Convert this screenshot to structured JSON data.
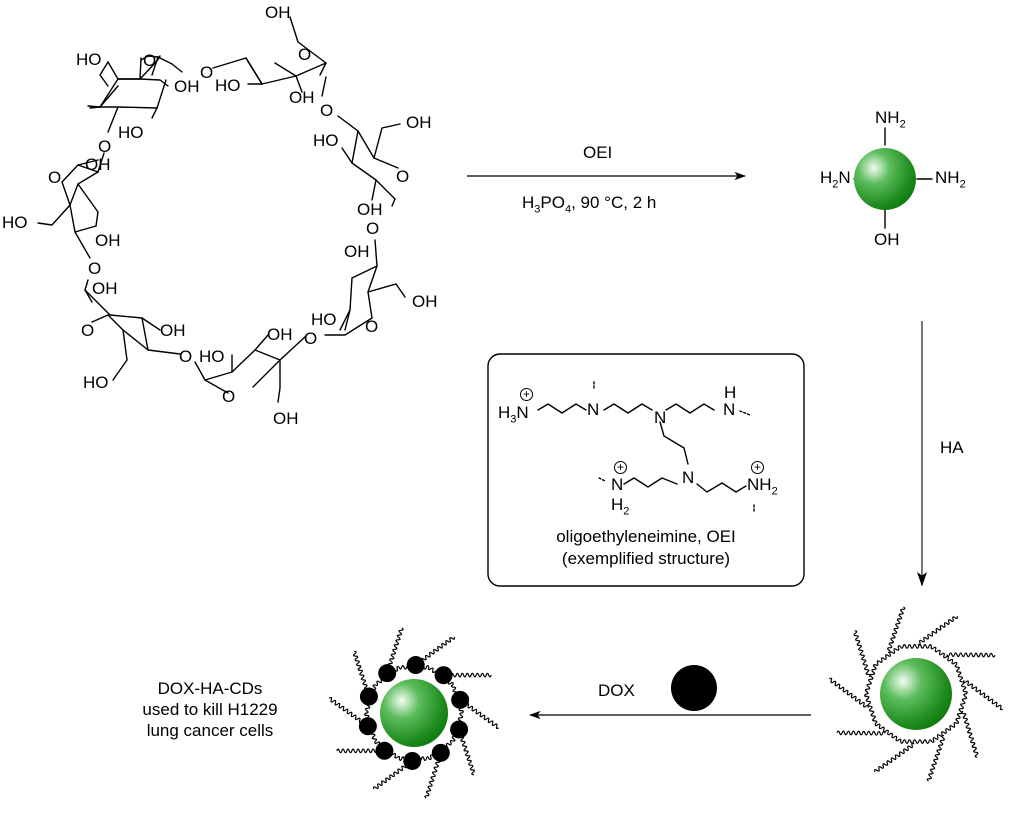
{
  "reaction_step_1": {
    "reagent_above": "OEI",
    "conditions_below": "H3PO4, 90 °C, 2 h"
  },
  "reaction_step_2": {
    "reagent": "HA"
  },
  "reaction_step_3": {
    "reagent": "DOX"
  },
  "starting_material": {
    "name": "beta-cyclodextrin",
    "glucose_units": 7,
    "atom_labels": {
      "oh": "OH",
      "ho": "HO",
      "o": "O"
    }
  },
  "carbon_dot_1": {
    "substituents": {
      "top": "NH2",
      "left": "H2N",
      "right": "NH2",
      "bottom": "OH"
    }
  },
  "oei_box": {
    "caption_line_1": "oligoethyleneimine, OEI",
    "caption_line_2": "(exemplified structure)",
    "atoms": {
      "h3n": "H3N",
      "n": "N",
      "h": "H",
      "nh2": "NH2",
      "h2": "H2",
      "plus": "+"
    }
  },
  "product_label": {
    "line_1": "DOX-HA-CDs",
    "line_2": "used to kill H1229",
    "line_3": "lung cancer cells"
  },
  "colors": {
    "sphere_highlight": "#e6f5e6",
    "sphere_mid": "#3faa3f",
    "sphere_edge": "#0f7a0f",
    "dox": "#000000"
  }
}
